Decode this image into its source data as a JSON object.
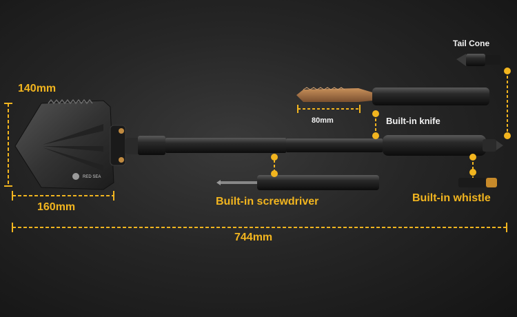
{
  "labels": {
    "width": "140mm",
    "blade_length": "160mm",
    "total_length": "744mm",
    "knife_blade": "80mm",
    "knife": "Built-in knife",
    "screwdriver": "Built-in screwdriver",
    "whistle": "Built-in whistle",
    "tail_cone": "Tail Cone"
  },
  "brand_text": "RED SEA",
  "colors": {
    "accent": "#f2b51f",
    "label_white": "#f2f2f2",
    "metal_dark": "#1b1b1b",
    "knife_blade": "#a07040"
  }
}
